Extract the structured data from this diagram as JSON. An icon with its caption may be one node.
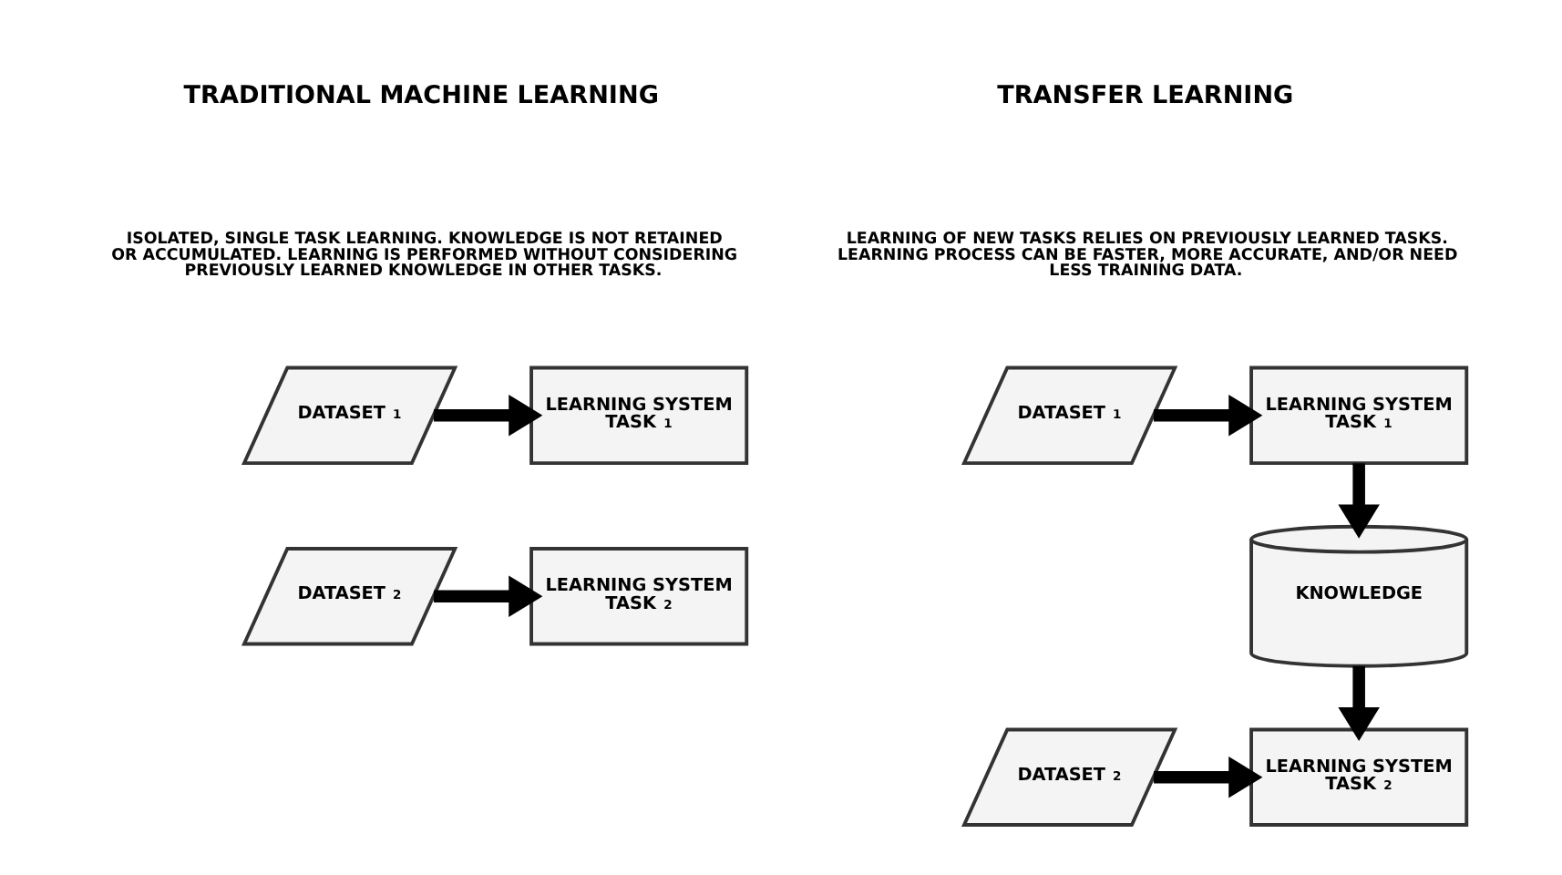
{
  "diagram": {
    "nodes": [
      {
        "text": [
          "DATASET $_{1}$"
        ]
      },
      {
        "text": [
          "LEARNING SYSTEM TASK $_{1}$"
        ]
      },
      {
        "text": [
          "DATASET $_{2}$"
        ]
      },
      {
        "text": [
          "LEARNING SYSTEM TASK $_{2}$"
        ]
      },
      {
        "text": [
          "DATASET $_{1}$"
        ]
      },
      {
        "text": [
          "LEARNING SYSTEM TASK $_{1}$"
        ]
      },
      {
        "text": [
          "KNOWLEDGE"
        ]
      },
      {
        "text": [
          "DATASET $_{2}$"
        ]
      },
      {
        "text": [
          "LEARNING SYSTEM TASK $_{2}$"
        ]
      }
    ],
    "edges": [
      {
        "from": 0,
        "to": 1,
        "arrow": "to"
      },
      {
        "from": 2,
        "to": 3,
        "arrow": "to"
      },
      {
        "from": 4,
        "to": 5,
        "arrow": "to"
      },
      {
        "from": 5,
        "to": 6,
        "arrow": "to"
      },
      {
        "from": 6,
        "to": 8,
        "arrow": "to"
      },
      {
        "from": 7,
        "to": 8,
        "arrow": "to"
      }
    ],
    "labels": [
      "TRADITIONAL MACHINE LEARNING",
      "ISOLATED, SINGLE TASK LEARNING. KNOWLEDGE IS NOT RETAINED OR ACCUMULATED. LEARNING IS PERFORMED WITHOUT CONSIDERING PREVIOUSLY LEARNED KNOWLEDGE IN OTHER TASKS.",
      "TRANSFER LEARNING",
      "LEARNING OF NEW TASKS RELIES ON PREVIOUSLY LEARNED TASKS. LEARNING PROCESS CAN BE FASTER, MORE ACCURATE, AND/OR NEED LESS TRAINING DATA."
    ]
  }
}
